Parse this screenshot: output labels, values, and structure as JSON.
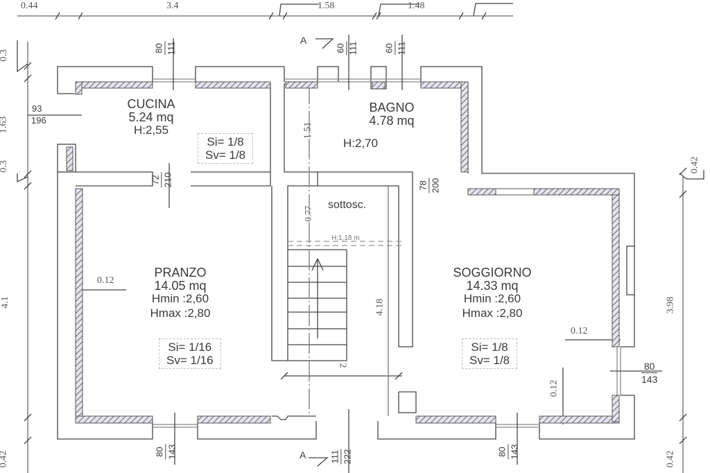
{
  "plan": {
    "section_marker": "A",
    "top_dimensions": [
      "0.44",
      "3.4",
      "1.58",
      "1.48"
    ],
    "left_dimensions": [
      "0.3",
      "1.63",
      "0.3",
      "4.1",
      "0.42"
    ],
    "right_dimensions": [
      "0.42",
      "3.98",
      "0.42"
    ],
    "rooms": [
      {
        "name": "CUCINA",
        "area": "5.24 mq",
        "height": "H:2,55",
        "si": "Si= 1/8",
        "sv": "Sv= 1/8"
      },
      {
        "name": "BAGNO",
        "area": "4.78 mq",
        "height": "H:2,70"
      },
      {
        "name": "PRANZO",
        "area": "14.05 mq",
        "hmin": "Hmin :2,60",
        "hmax": "Hmax :2,80",
        "si": "Si= 1/16",
        "sv": "Sv= 1/16"
      },
      {
        "name": "SOGGIORNO",
        "area": "14.33 mq",
        "hmin": "Hmin :2,60",
        "hmax": "Hmax :2,80",
        "si": "Si= 1/8",
        "sv": "Sv= 1/8"
      }
    ],
    "understair": {
      "label": "sottosc.",
      "height": "H:1,18 m",
      "depth": "0.77"
    },
    "stair": {
      "width": "2",
      "length": "4.18"
    },
    "wall_dims": {
      "bagno_depth": "1.51",
      "pranzo_wall": "0.12",
      "soggiorno_wall": "0.12",
      "soggiorno_wall_v": "0.12"
    },
    "openings": {
      "top_cucina": {
        "w": "80",
        "h": "111"
      },
      "top_bagno_1": {
        "w": "60",
        "h": "111"
      },
      "top_bagno_2": {
        "w": "60",
        "h": "111"
      },
      "left_entry": {
        "w": "93",
        "h": "196"
      },
      "cucina_door": {
        "w": "72",
        "h": "210"
      },
      "bagno_door": {
        "w": "78",
        "h": "200"
      },
      "right_window": {
        "w": "80",
        "h": "143"
      },
      "bottom_pranzo": {
        "w": "80",
        "h": "143"
      },
      "bottom_stair": {
        "w": "111",
        "h": "222"
      },
      "bottom_soggiorno": {
        "w": "80",
        "h": "143"
      }
    }
  }
}
